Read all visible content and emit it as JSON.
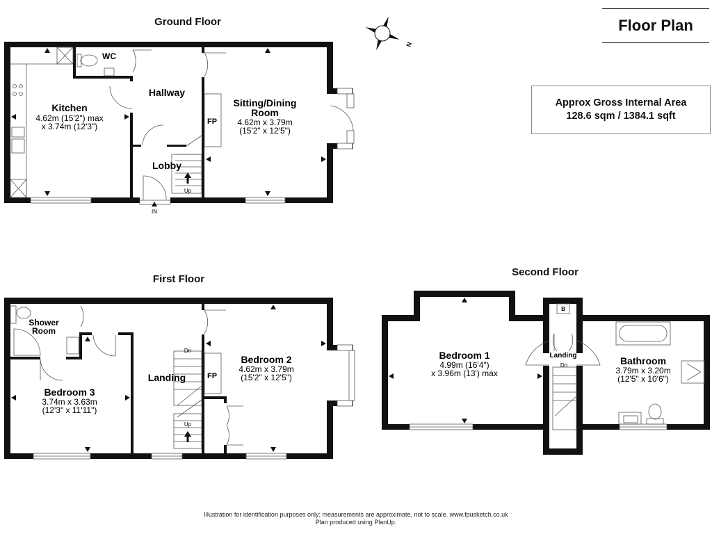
{
  "header": {
    "title": "Floor Plan",
    "area_label": "Approx Gross Internal Area",
    "area_value": "128.6 sqm / 1384.1 sqft",
    "compass_label": "N"
  },
  "ground_floor": {
    "title": "Ground Floor",
    "rooms": {
      "kitchen": {
        "name": "Kitchen",
        "dim1": "4.62m (15'2\") max",
        "dim2": "x 3.74m (12'3\")"
      },
      "wc": {
        "name": "WC"
      },
      "hallway": {
        "name": "Hallway"
      },
      "lobby": {
        "name": "Lobby"
      },
      "sitting": {
        "name1": "Sitting/Dining",
        "name2": "Room",
        "dim1": "4.62m x 3.79m",
        "dim2": "(15'2\" x 12'5\")"
      }
    },
    "labels": {
      "fireplace": "FP",
      "stairs_up": "Up",
      "entrance": "IN"
    }
  },
  "first_floor": {
    "title": "First Floor",
    "rooms": {
      "shower": {
        "name1": "Shower",
        "name2": "Room"
      },
      "bedroom3": {
        "name": "Bedroom 3",
        "dim1": "3.74m x 3.63m",
        "dim2": "(12'3\" x 11'11\")"
      },
      "landing": {
        "name": "Landing"
      },
      "bedroom2": {
        "name": "Bedroom 2",
        "dim1": "4.62m x 3.79m",
        "dim2": "(15'2\" x 12'5\")"
      }
    },
    "labels": {
      "fireplace": "FP",
      "stairs_up": "Up",
      "stairs_down": "Dn"
    }
  },
  "second_floor": {
    "title": "Second Floor",
    "rooms": {
      "bedroom1": {
        "name": "Bedroom 1",
        "dim1": "4.99m (16'4\")",
        "dim2": "x 3.96m (13') max"
      },
      "landing": {
        "name": "Landing"
      },
      "bathroom": {
        "name": "Bathroom",
        "dim1": "3.79m x 3.20m",
        "dim2": "(12'5\" x 10'6\")"
      }
    },
    "labels": {
      "boiler": "B",
      "stairs_down": "Dn"
    }
  },
  "footer": {
    "line1": "Illustration for identification purposes only; measurements are approximate, not to scale. www.fpusketch.co.uk",
    "line2": "Plan produced using PlanUp."
  }
}
